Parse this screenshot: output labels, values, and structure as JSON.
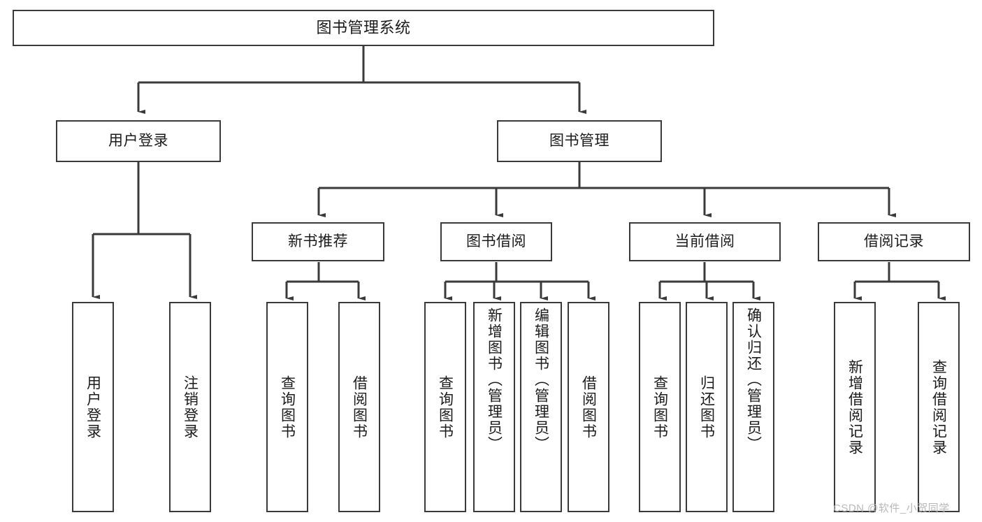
{
  "diagram": {
    "type": "tree-hierarchy-diagram",
    "title": "图书管理系统",
    "levels": 4,
    "nodes": {
      "root": {
        "label": "图书管理系统"
      },
      "l2": [
        {
          "label": "用户登录"
        },
        {
          "label": "图书管理"
        }
      ],
      "l3": [
        {
          "label": "新书推荐"
        },
        {
          "label": "图书借阅"
        },
        {
          "label": "当前借阅"
        },
        {
          "label": "借阅记录"
        }
      ],
      "leaves_login": [
        {
          "label": "用户登录"
        },
        {
          "label": "注销登录"
        }
      ],
      "leaves_new_books": [
        {
          "label": "查询图书"
        },
        {
          "label": "借阅图书"
        }
      ],
      "leaves_borrow": [
        {
          "label": "查询图书"
        },
        {
          "label": "新增图书（管理员）"
        },
        {
          "label": "编辑图书（管理员）"
        },
        {
          "label": "借阅图书"
        }
      ],
      "leaves_current": [
        {
          "label": "查询图书"
        },
        {
          "label": "归还图书"
        },
        {
          "label": "确认归还（管理员）"
        }
      ],
      "leaves_records": [
        {
          "label": "新增借阅记录"
        },
        {
          "label": "查询借阅记录"
        }
      ]
    },
    "colors": {
      "stroke": "#3a3a3a",
      "fill": "#ffffff",
      "text": "#1b1b1b",
      "watermark": "#b9b9b9"
    },
    "watermark": "CSDN @软件_小贺同学"
  }
}
